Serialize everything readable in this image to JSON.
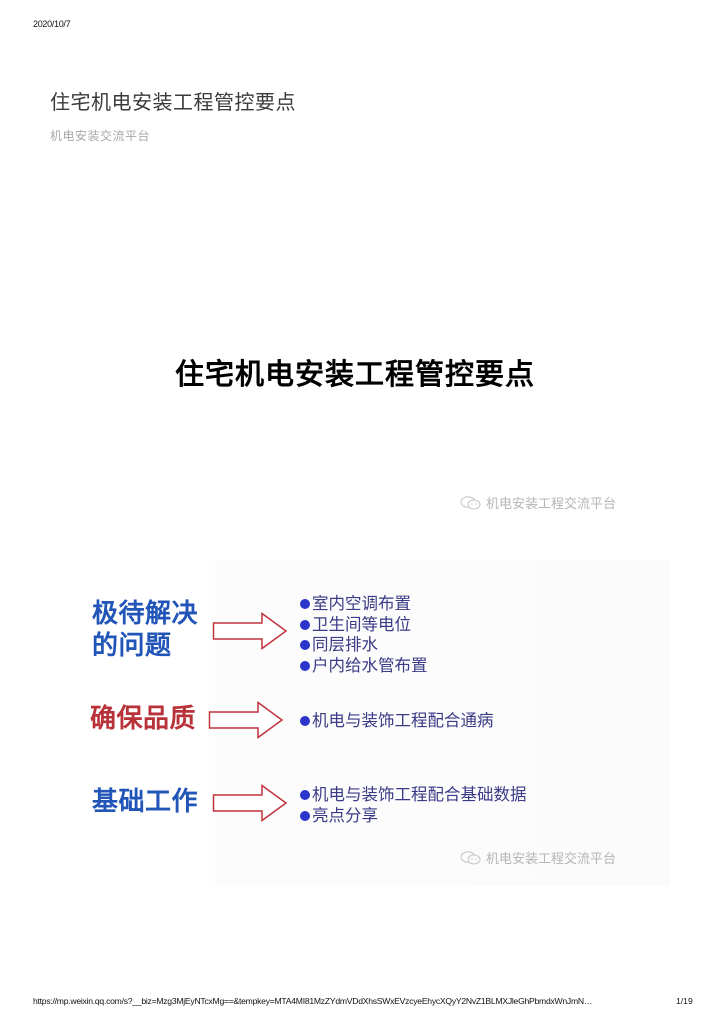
{
  "header": {
    "print_date": "2020/10/7"
  },
  "article": {
    "title": "住宅机电安装工程管控要点",
    "author": "机电安装交流平台"
  },
  "slide1": {
    "title": "住宅机电安装工程管控要点",
    "watermark": {
      "icon": "wechat-icon",
      "text": "机电安装工程交流平台"
    }
  },
  "slide2": {
    "groups": [
      {
        "label_lines": [
          "极待解决",
          "的问题"
        ],
        "label_color": "#2255b8",
        "arrow_color": "#c0343c",
        "bullets": [
          "室内空调布置",
          "卫生间等电位",
          "同层排水",
          "户内给水管布置"
        ]
      },
      {
        "label_lines": [
          "确保品质"
        ],
        "label_color": "#b8323a",
        "arrow_color": "#c0343c",
        "bullets": [
          "机电与装饰工程配合通病"
        ]
      },
      {
        "label_lines": [
          "基础工作"
        ],
        "label_color": "#2255b8",
        "arrow_color": "#c0343c",
        "bullets": [
          "机电与装饰工程配合基础数据",
          "亮点分享"
        ]
      }
    ],
    "bullet_color": "#2b35c9",
    "watermark": {
      "icon": "wechat-icon",
      "text": "机电安装工程交流平台"
    }
  },
  "footer": {
    "url": "https://mp.weixin.qq.com/s?__biz=Mzg3MjEyNTcxMg==&tempkey=MTA4MI81MzZYdmVDdXhsSWxEVzcyeEhycXQyY2NvZ1BLMXJleGhPbmdxWnJmN…",
    "page": "1/19"
  }
}
